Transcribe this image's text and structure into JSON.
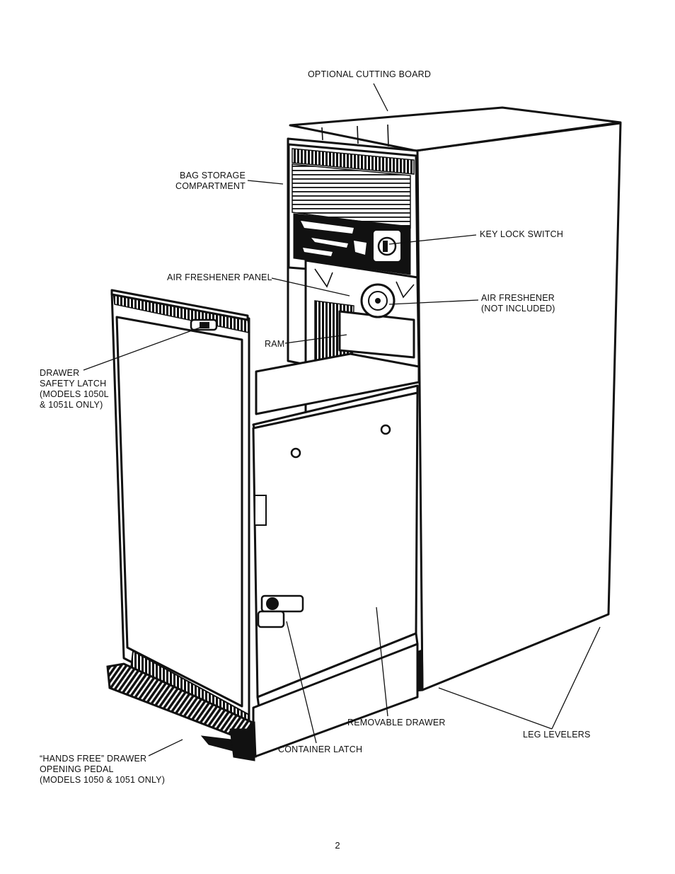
{
  "labels": {
    "cutting_board": "OPTIONAL CUTTING BOARD",
    "bag_storage": [
      "BAG STORAGE",
      "COMPARTMENT"
    ],
    "key_lock": "KEY LOCK SWITCH",
    "air_freshener_panel": "AIR FRESHENER PANEL",
    "air_freshener": [
      "AIR FRESHENER",
      "(NOT INCLUDED)"
    ],
    "ram": "RAM",
    "safety_latch": [
      "DRAWER",
      "SAFETY LATCH",
      "(MODELS 1050L",
      "& 1051L ONLY)"
    ],
    "removable_drawer": "REMOVABLE DRAWER",
    "leg_levelers": "LEG LEVELERS",
    "container_latch": "CONTAINER LATCH",
    "pedal": [
      "“HANDS FREE” DRAWER",
      "OPENING PEDAL",
      "(MODELS 1050 & 1051 ONLY)"
    ]
  },
  "page_number": "2"
}
